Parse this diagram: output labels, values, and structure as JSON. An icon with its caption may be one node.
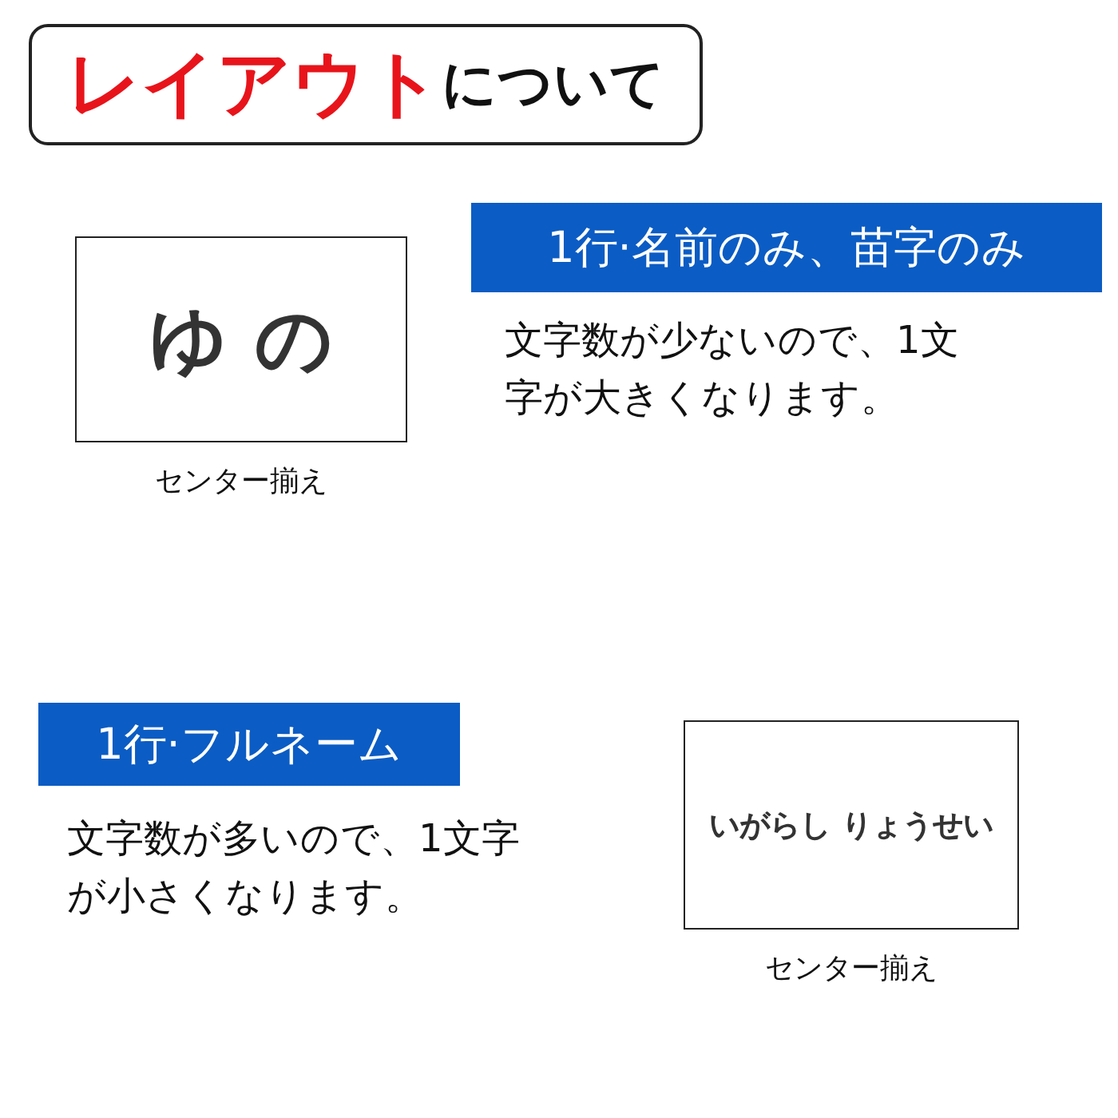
{
  "diagram": {
    "title": "**レイアウト**について",
    "nodes": [
      {
        "text": [
          "1行·名前のみ、苗字のみ"
        ]
      },
      {
        "text": [
          "ゆ の"
        ],
        "beside": [
          "センター揃え"
        ]
      },
      {
        "text": [
          "1行·フルネーム"
        ]
      },
      {
        "text": [
          "いがらし りょうせい"
        ],
        "beside": [
          "センター揃え"
        ]
      }
    ],
    "labels": [
      "文字数が少ないので、1文字が大きくなります。",
      "文字数が多いので、1文字が小さくなります。"
    ]
  }
}
